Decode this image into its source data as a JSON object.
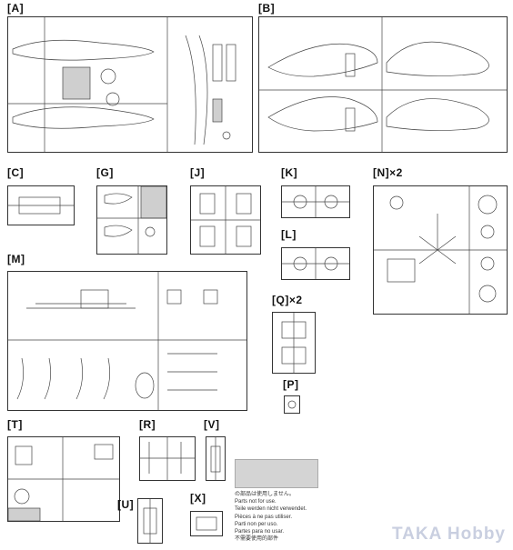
{
  "sprues": [
    {
      "id": "A",
      "label": "[A]"
    },
    {
      "id": "B",
      "label": "[B]"
    },
    {
      "id": "C",
      "label": "[C]"
    },
    {
      "id": "G",
      "label": "[G]"
    },
    {
      "id": "J",
      "label": "[J]"
    },
    {
      "id": "K",
      "label": "[K]"
    },
    {
      "id": "N",
      "label": "[N]×2"
    },
    {
      "id": "L",
      "label": "[L]"
    },
    {
      "id": "M",
      "label": "[M]"
    },
    {
      "id": "Q",
      "label": "[Q]×2"
    },
    {
      "id": "P",
      "label": "[P]"
    },
    {
      "id": "T",
      "label": "[T]"
    },
    {
      "id": "R",
      "label": "[R]"
    },
    {
      "id": "V",
      "label": "[V]"
    },
    {
      "id": "U",
      "label": "[U]"
    },
    {
      "id": "X",
      "label": "[X]"
    }
  ],
  "notice_lines": [
    "の部品は使用しません。",
    "Parts not for use.",
    "Teile werden nicht verwendet.",
    "Pièces à ne pas utiliser.",
    "Parti non per uso.",
    "Partes para no usar.",
    "不需要使用的部件"
  ],
  "watermark": "TAKA Hobby"
}
